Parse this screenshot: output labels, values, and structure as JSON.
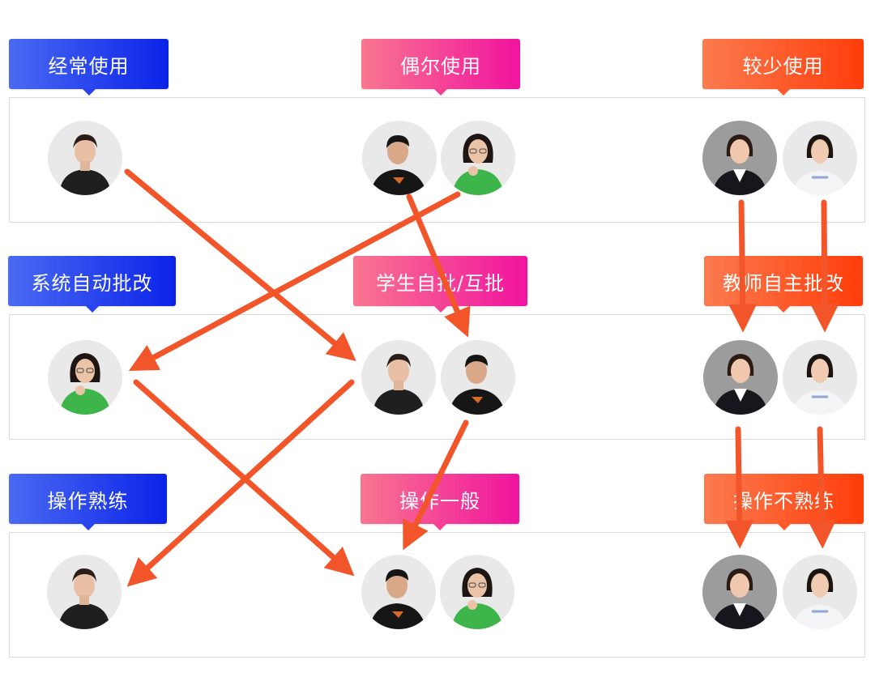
{
  "row1": {
    "frequent_label": "经常使用",
    "occasional_label": "偶尔使用",
    "rare_label": "较少使用"
  },
  "row2": {
    "auto_grading_label": "系统自动批改",
    "student_grading_label": "学生自批/互批",
    "teacher_grading_label": "教师自主批改"
  },
  "row3": {
    "proficient_label": "操作熟练",
    "average_label": "操作一般",
    "unskilled_label": "操作不熟练"
  },
  "person_icons": [
    "woman-black-top",
    "man-black-shirt",
    "woman-green-sweater-glasses",
    "woman-suit",
    "woman-white-top"
  ],
  "colors": {
    "blue_tag": "#0b23e8",
    "pink_tag": "#f1139f",
    "orange_tag": "#ff3d0a",
    "arrow": "#f2552a"
  }
}
